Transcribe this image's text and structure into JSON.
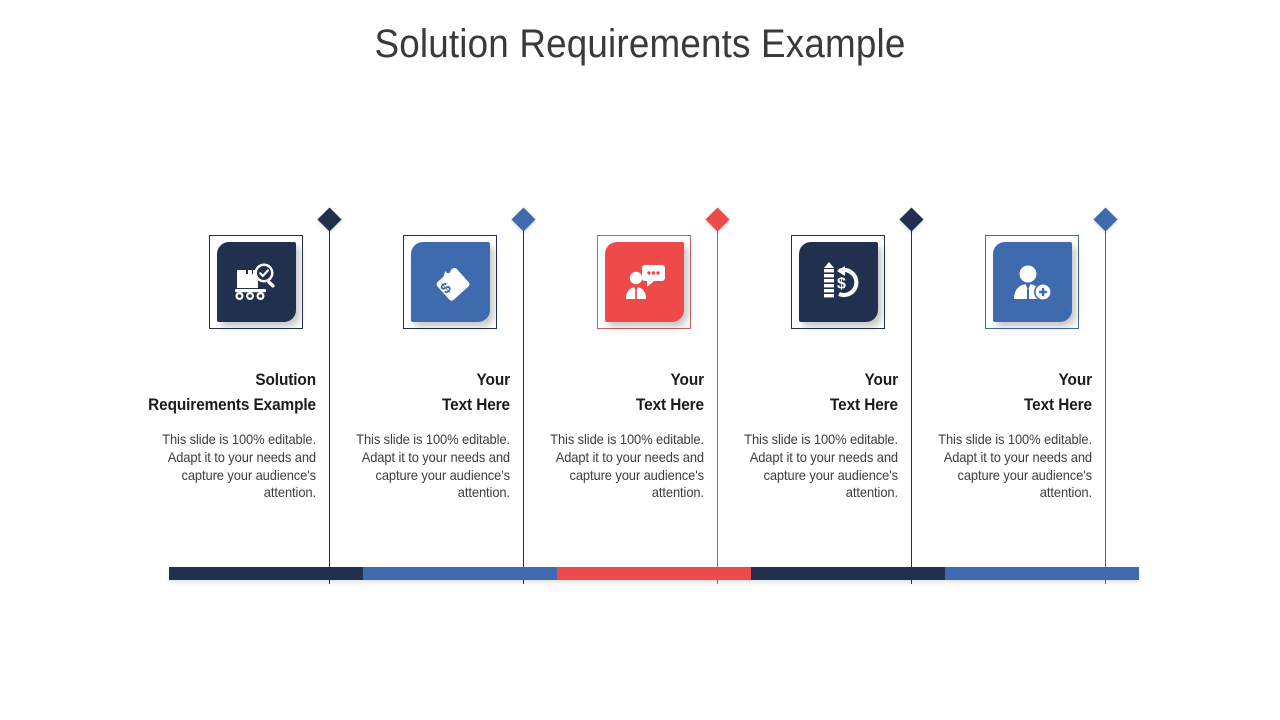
{
  "slide": {
    "title": "Solution Requirements Example",
    "background_color": "#FFFFFF",
    "title_color": "#3A3A3A"
  },
  "palette": {
    "navy": "#22304F",
    "blue": "#3F6BAE",
    "red": "#EF4A4A",
    "text_dark": "#1B1B1B",
    "text_body": "#3D3D3D"
  },
  "columns": [
    {
      "index": 1,
      "icon": "conveyor-belt-quality-inspection-icon",
      "color": "#22304F",
      "heading": "Solution\nRequirements Example",
      "body": "This slide is 100% editable. Adapt it to your needs and capture your audience's attention."
    },
    {
      "index": 2,
      "icon": "price-tag-dollar-icon",
      "color": "#3F6BAE",
      "heading": "Your\nText Here",
      "body": "This slide is 100% editable. Adapt it to your needs and capture your audience's attention."
    },
    {
      "index": 3,
      "icon": "person-speech-bubble-icon",
      "color": "#EF4A4A",
      "heading": "Your\nText Here",
      "body": "This slide is 100% editable. Adapt it to your needs and capture your audience's attention."
    },
    {
      "index": 4,
      "icon": "coin-stack-return-on-investment-icon",
      "color": "#22304F",
      "heading": "Your\nText Here",
      "body": "This slide is 100% editable. Adapt it to your needs and capture your audience's attention."
    },
    {
      "index": 5,
      "icon": "add-user-icon",
      "color": "#3F6BAE",
      "heading": "Your\nText Here",
      "body": "This slide is 100% editable. Adapt it to your needs and capture your audience's attention."
    }
  ],
  "bottom_bar": {
    "segments": [
      {
        "color": "#22304F"
      },
      {
        "color": "#3F6BAE"
      },
      {
        "color": "#EF4A4A"
      },
      {
        "color": "#22304F"
      },
      {
        "color": "#3F6BAE"
      }
    ]
  }
}
